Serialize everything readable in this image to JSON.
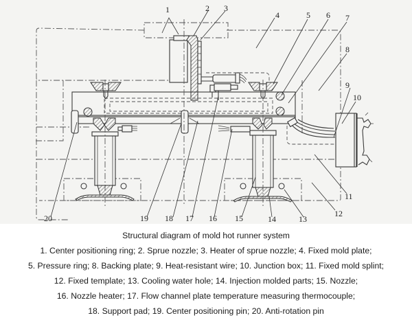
{
  "figure": {
    "title": "Structural diagram of mold hot runner system",
    "callouts": [
      "1",
      "2",
      "3",
      "4",
      "5",
      "6",
      "7",
      "8",
      "9",
      "10",
      "11",
      "12",
      "13",
      "14",
      "15",
      "16",
      "17",
      "18",
      "19",
      "20"
    ]
  },
  "caption": {
    "title": "Structural diagram of mold hot runner system",
    "lines": [
      "1. Center positioning ring; 2. Sprue nozzle; 3. Heater of sprue nozzle; 4. Fixed mold plate;",
      "5. Pressure ring; 8. Backing plate; 9. Heat-resistant wire; 10. Junction box; 11. Fixed mold splint;",
      "12. Fixed template; 13. Cooling water hole; 14. Injection molded parts; 15. Nozzle;",
      "16. Nozzle heater; 17. Flow channel plate temperature measuring thermocouple;",
      "18. Support pad; 19. Center positioning pin; 20. Anti-rotation pin"
    ]
  },
  "colors": {
    "background": "#ffffff",
    "drawing": "#333333",
    "paper": "#f4f4f2"
  }
}
